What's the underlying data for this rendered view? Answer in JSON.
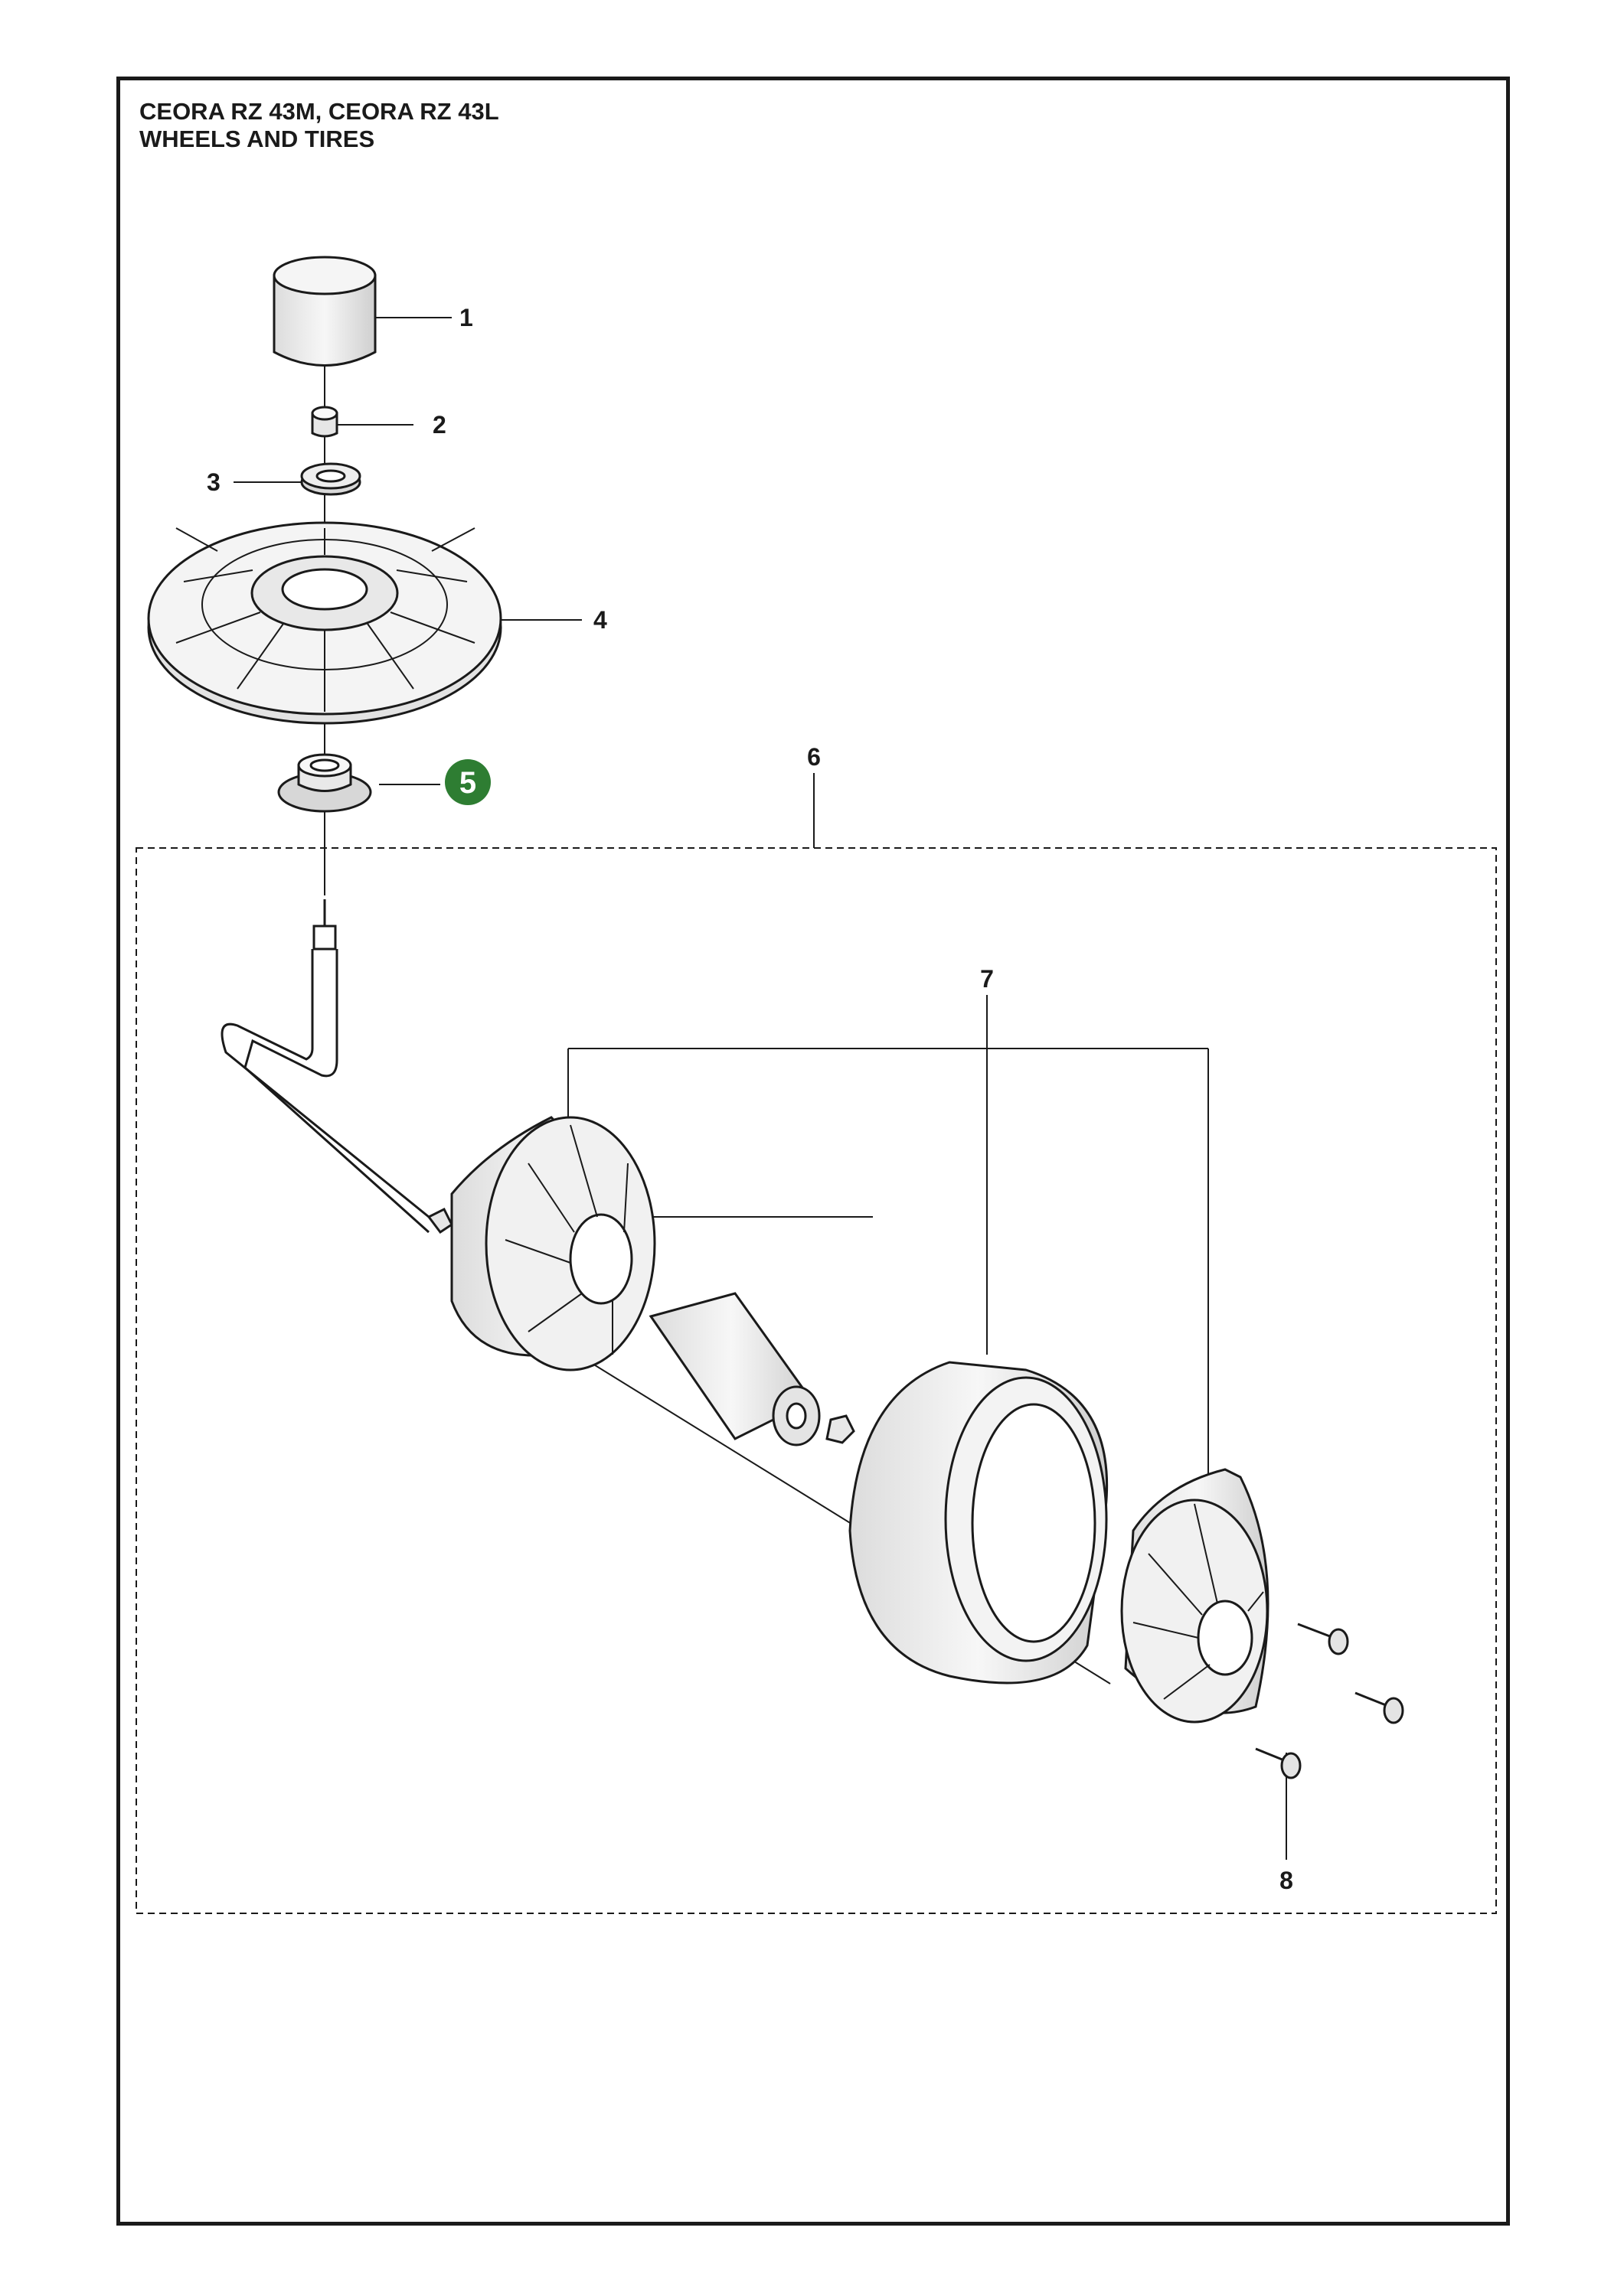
{
  "header": {
    "model_line": "CEORA RZ 43M, CEORA RZ 43L",
    "section_line": "WHEELS AND TIRES"
  },
  "callouts": {
    "c1": "1",
    "c2": "2",
    "c3": "3",
    "c4": "4",
    "c5": "5",
    "c6": "6",
    "c7": "7",
    "c8": "8"
  },
  "colors": {
    "highlight": "#2e7d32",
    "line": "#1a1a1a",
    "part_fill": "#f2f2f2"
  }
}
